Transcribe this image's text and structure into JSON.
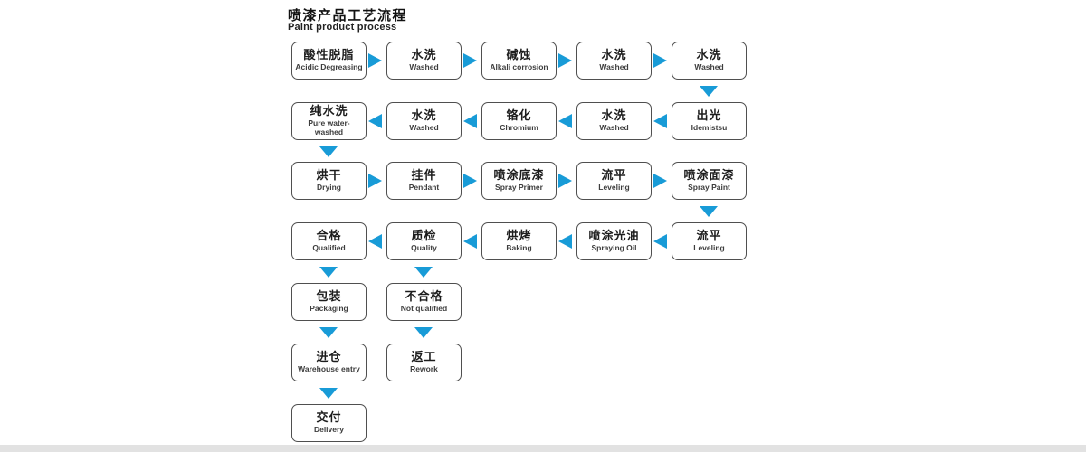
{
  "page": {
    "title_zh": "喷漆产品工艺流程",
    "title_en": "Paint product process"
  },
  "colors": {
    "arrow_blue": "#189bd7",
    "box_border": "#4f4f4f",
    "footer_strip": "#e2e2e2"
  },
  "flow": {
    "rows": [
      {
        "direction": "right",
        "boxes": [
          {
            "zh": "酸性脱脂",
            "en": "Acidic Degreasing"
          },
          {
            "zh": "水洗",
            "en": "Washed"
          },
          {
            "zh": "碱蚀",
            "en": "Alkali corrosion"
          },
          {
            "zh": "水洗",
            "en": "Washed"
          },
          {
            "zh": "水洗",
            "en": "Washed"
          }
        ]
      },
      {
        "direction": "left",
        "boxes": [
          {
            "zh": "纯水洗",
            "en": "Pure water- washed"
          },
          {
            "zh": "水洗",
            "en": "Washed"
          },
          {
            "zh": "铬化",
            "en": "Chromium"
          },
          {
            "zh": "水洗",
            "en": "Washed"
          },
          {
            "zh": "出光",
            "en": "Idemistsu"
          }
        ]
      },
      {
        "direction": "right",
        "boxes": [
          {
            "zh": "烘干",
            "en": "Drying"
          },
          {
            "zh": "挂件",
            "en": "Pendant"
          },
          {
            "zh": "喷涂底漆",
            "en": "Spray Primer"
          },
          {
            "zh": "流平",
            "en": "Leveling"
          },
          {
            "zh": "喷涂面漆",
            "en": "Spray Paint"
          }
        ]
      },
      {
        "direction": "left",
        "boxes": [
          {
            "zh": "合格",
            "en": "Qualified"
          },
          {
            "zh": "质检",
            "en": "Quality"
          },
          {
            "zh": "烘烤",
            "en": "Baking"
          },
          {
            "zh": "喷涂光油",
            "en": "Spraying Oil"
          },
          {
            "zh": "流平",
            "en": "Leveling"
          }
        ]
      },
      {
        "direction": "none",
        "boxes": [
          {
            "zh": "包装",
            "en": "Packaging"
          },
          {
            "zh": "不合格",
            "en": "Not qualified"
          }
        ]
      },
      {
        "direction": "none",
        "boxes": [
          {
            "zh": "进仓",
            "en": "Warehouse entry"
          },
          {
            "zh": "返工",
            "en": "Rework"
          }
        ]
      },
      {
        "direction": "none",
        "boxes": [
          {
            "zh": "交付",
            "en": "Delivery"
          }
        ]
      }
    ]
  }
}
